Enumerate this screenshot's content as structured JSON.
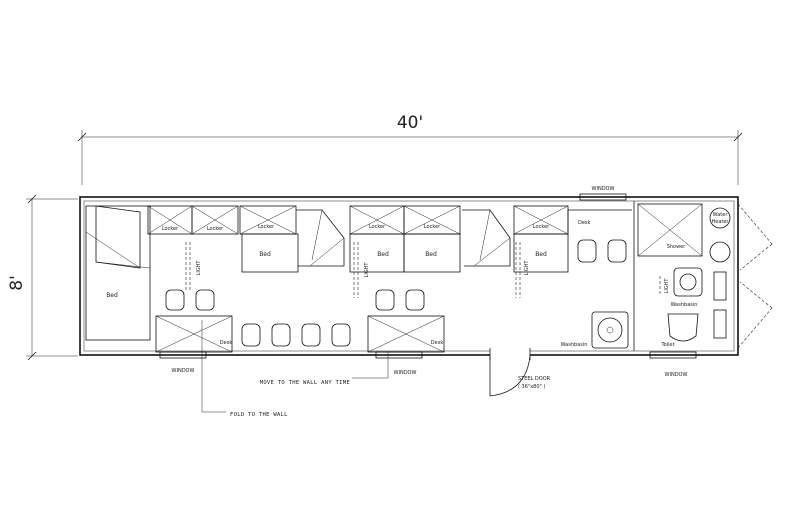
{
  "dimensions": {
    "length": "40'",
    "width": "8'"
  },
  "labels": {
    "bed": "Bed",
    "locker": "Locker",
    "light": "LIGHT",
    "desk": "Desk",
    "shower": "Shower",
    "water_heater_line1": "Water",
    "water_heater_line2": "Heater",
    "washbasin": "Washbasin",
    "toilet": "Toilet",
    "window": "WINDOW",
    "steel_door_line1": "STEEL DOOR",
    "steel_door_line2": "( 36\"x80\" )"
  },
  "notes": {
    "move_to_wall": "MOVE TO THE WALL ANY TIME",
    "fold_to_wall": "FOLD TO THE WALL"
  }
}
